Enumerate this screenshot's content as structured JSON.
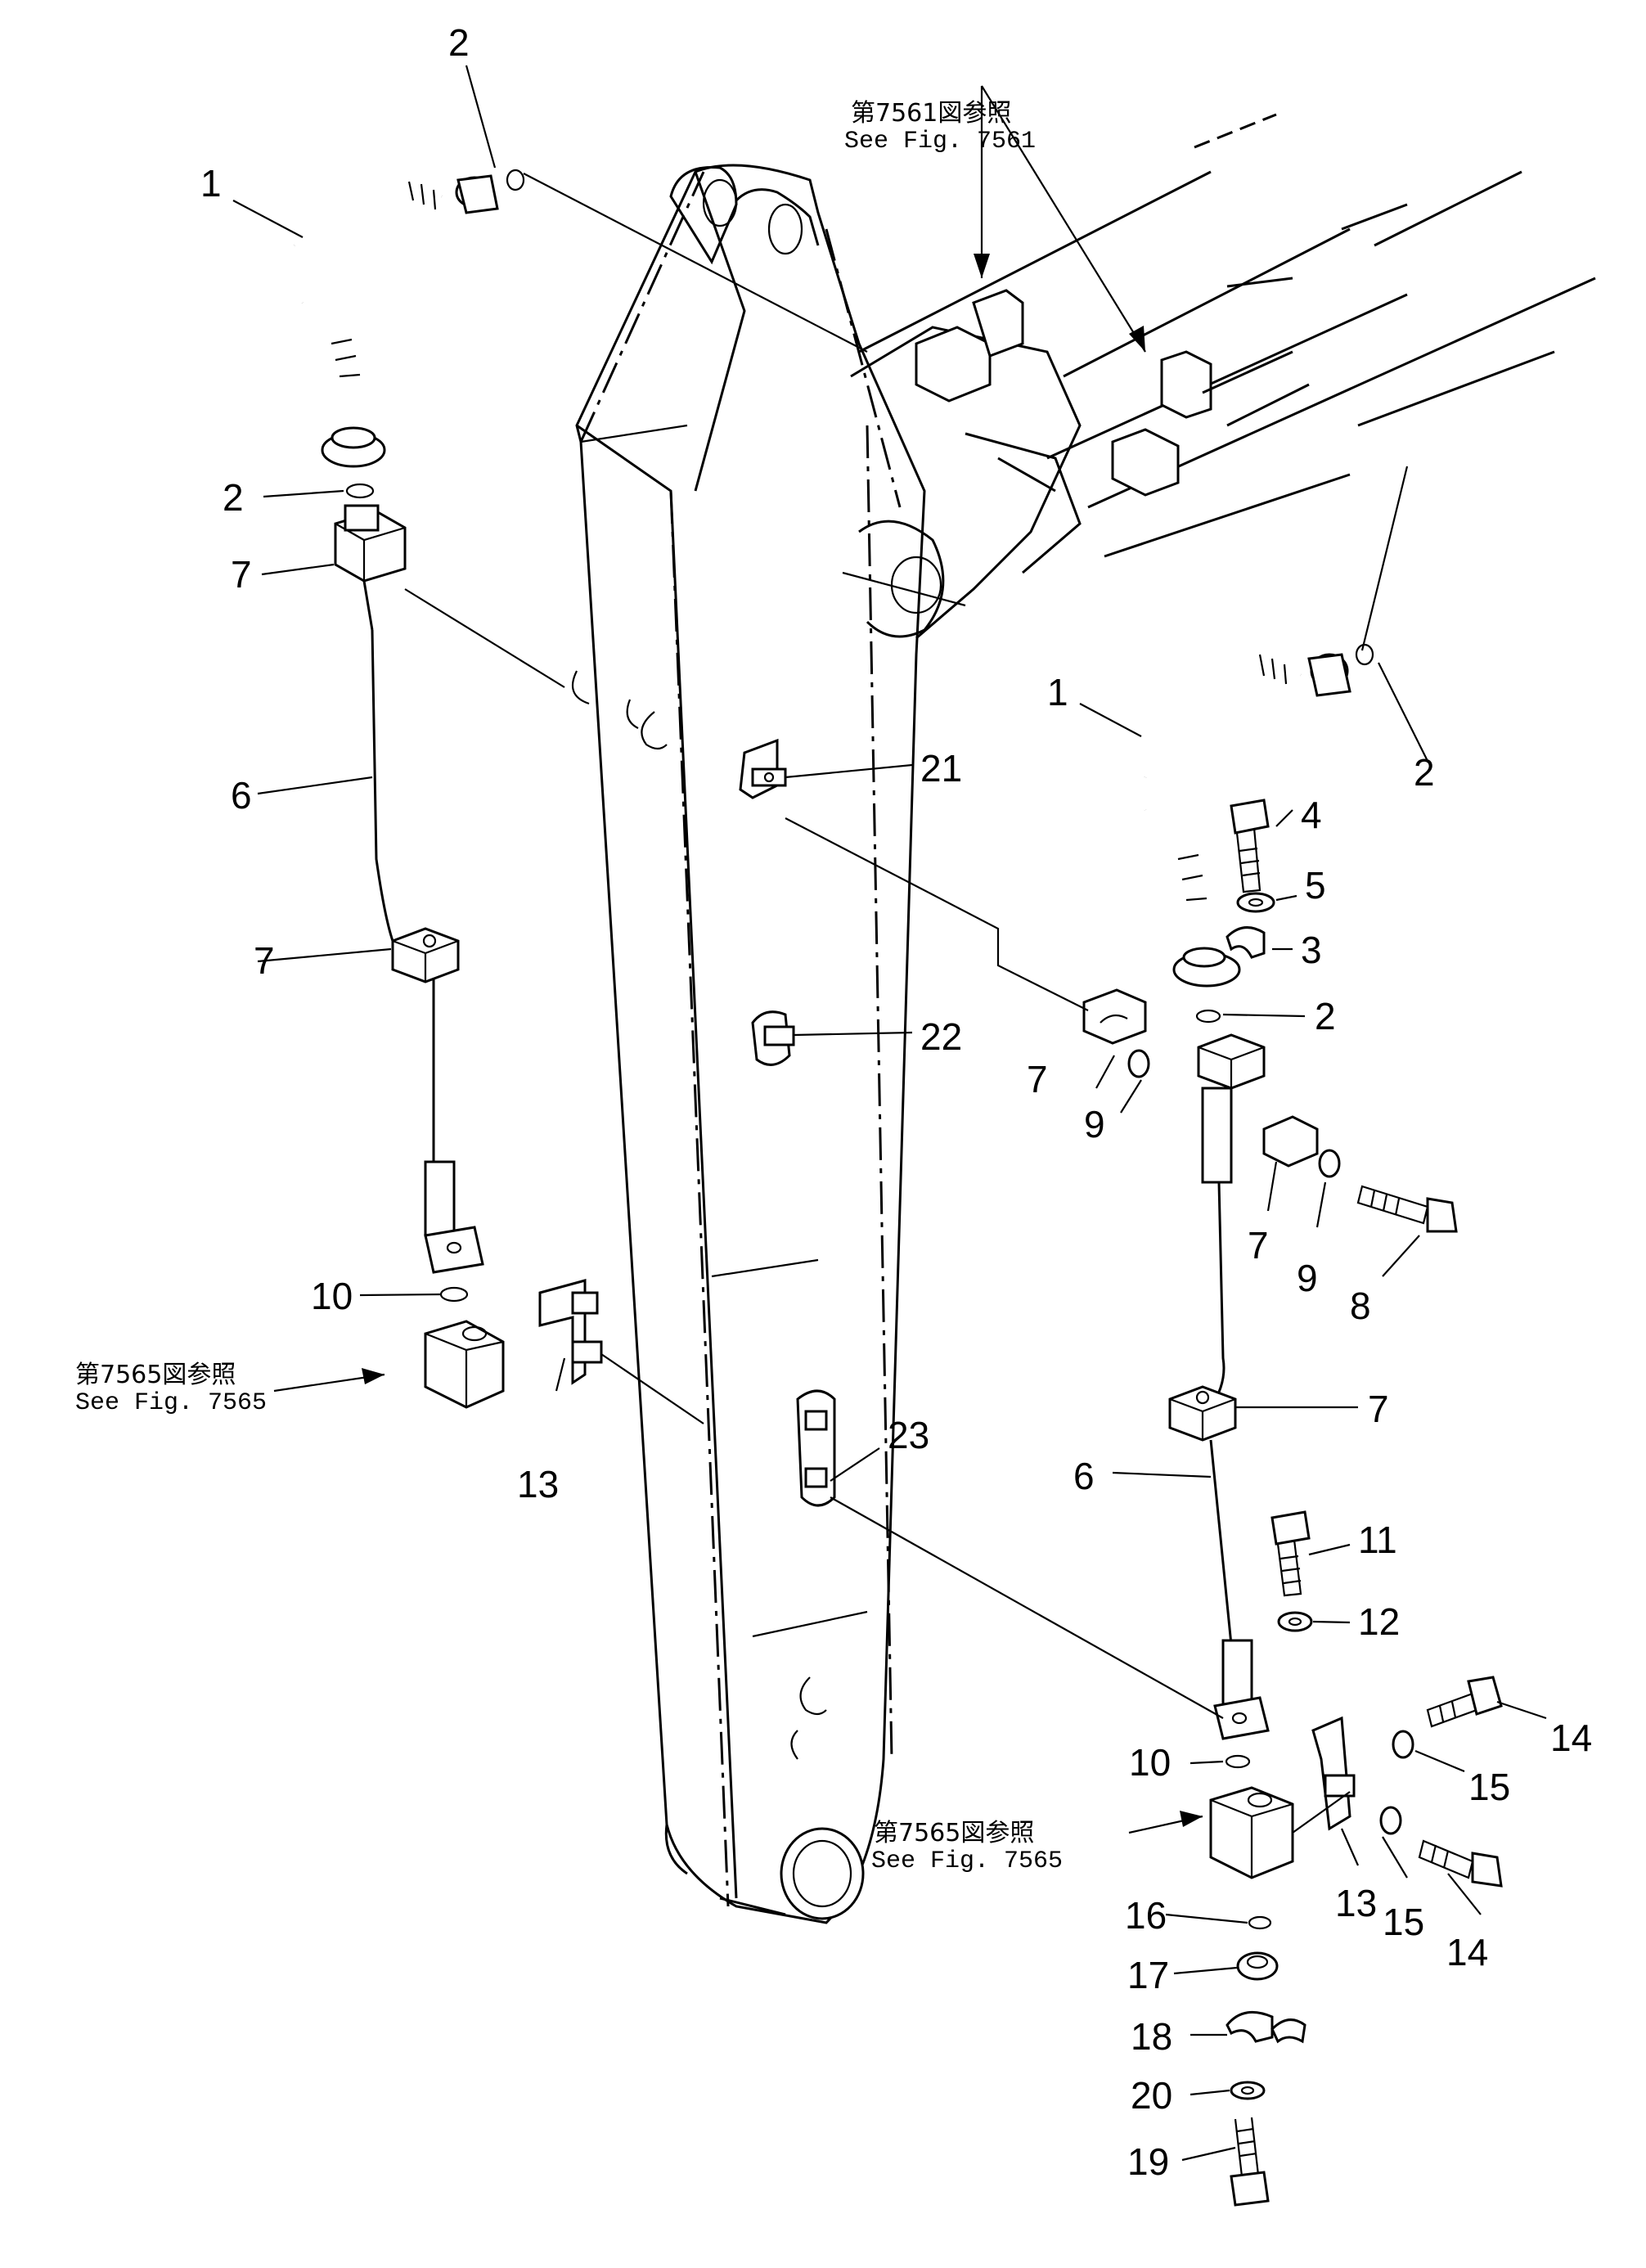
{
  "references": [
    {
      "id": "ref-7561",
      "ja": "第7561図参照",
      "en": "See Fig. 7561"
    },
    {
      "id": "ref-7565-left",
      "ja": "第7565図参照",
      "en": "See Fig. 7565"
    },
    {
      "id": "ref-7565-right",
      "ja": "第7565図参照",
      "en": "See Fig. 7565"
    }
  ],
  "callouts": {
    "l_1": "1",
    "l_2a": "2",
    "l_2b": "2",
    "l_7a": "7",
    "l_6": "6",
    "l_7b": "7",
    "l_10": "10",
    "l_13": "13",
    "r_1": "1",
    "r_2a": "2",
    "r_4": "4",
    "r_5": "5",
    "r_3": "3",
    "r_2b": "2",
    "r_7a": "7",
    "r_9a": "9",
    "r_7b": "7",
    "r_9b": "9",
    "r_8": "8",
    "r_7c": "7",
    "r_6": "6",
    "r_11": "11",
    "r_12": "12",
    "r_14a": "14",
    "r_15a": "15",
    "r_10": "10",
    "r_13": "13",
    "r_15b": "15",
    "r_14b": "14",
    "r_16": "16",
    "r_17": "17",
    "r_18": "18",
    "r_20": "20",
    "r_19": "19",
    "c_21": "21",
    "c_22": "22",
    "c_23": "23"
  },
  "icons": {
    "valve": "valve-block-icon",
    "hose": "hose-assembly-icon",
    "clamp": "pipe-clamp-icon",
    "bolt": "bolt-icon",
    "washer": "washer-icon",
    "oring": "o-ring-icon"
  }
}
